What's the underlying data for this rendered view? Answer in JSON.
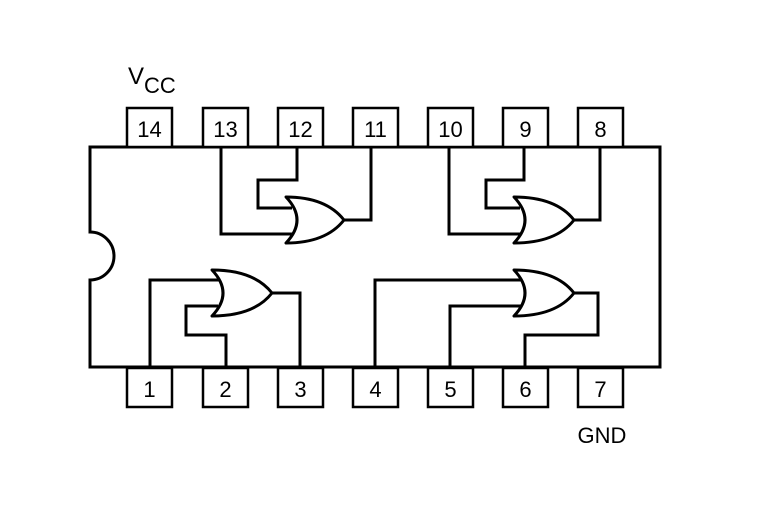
{
  "labels": {
    "vcc_main": "V",
    "vcc_sub": "CC",
    "gnd": "GND"
  },
  "pins": {
    "top": [
      "14",
      "13",
      "12",
      "11",
      "10",
      "9",
      "8"
    ],
    "bottom": [
      "1",
      "2",
      "3",
      "4",
      "5",
      "6",
      "7"
    ]
  },
  "gates": [
    {
      "type": "OR",
      "inputs": [
        "1",
        "2"
      ],
      "output": "3"
    },
    {
      "type": "OR",
      "inputs": [
        "4",
        "5"
      ],
      "output": "6"
    },
    {
      "type": "OR",
      "inputs": [
        "12",
        "13"
      ],
      "output": "11"
    },
    {
      "type": "OR",
      "inputs": [
        "9",
        "10"
      ],
      "output": "8"
    }
  ],
  "colors": {
    "stroke": "#000000",
    "background": "#ffffff"
  }
}
